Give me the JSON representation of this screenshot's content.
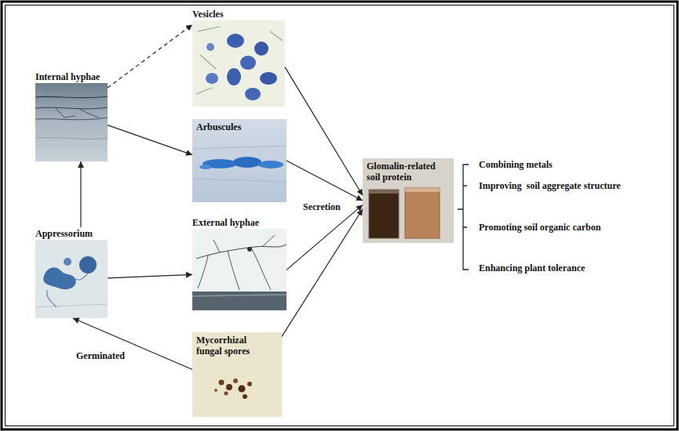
{
  "diagram": {
    "nodes": [
      {
        "text": [
          "Internal hyphae"
        ]
      },
      {
        "text": [
          "Vesicles"
        ]
      },
      {
        "text": [
          "Arbuscules"
        ]
      },
      {
        "text": [
          "Appressorium"
        ]
      },
      {
        "text": [
          "External hyphae"
        ]
      },
      {
        "text": [
          "Mycorrhizal fungal spores"
        ]
      },
      {
        "text": [
          "Glomalin-related soil protein"
        ]
      }
    ],
    "edges": [
      {
        "from": 0,
        "to": 1,
        "arrow": "to"
      },
      {
        "from": 0,
        "to": 2,
        "arrow": "to"
      },
      {
        "from": 3,
        "to": 0,
        "arrow": "to"
      },
      {
        "from": 3,
        "to": 4,
        "arrow": "to"
      },
      {
        "from": 5,
        "to": 3,
        "label": "Germinated",
        "arrow": "to"
      },
      {
        "from": 1,
        "to": 6,
        "arrow": "to"
      },
      {
        "from": 2,
        "to": 6,
        "arrow": "to"
      },
      {
        "from": 4,
        "to": 6,
        "arrow": "to"
      },
      {
        "from": 5,
        "to": 6,
        "arrow": "to"
      }
    ],
    "labels": [
      "Secretion",
      "Combining metals",
      "Improving  soil aggregate structure",
      "Promoting soil organic carbon",
      "Enhancing plant tolerance"
    ]
  }
}
